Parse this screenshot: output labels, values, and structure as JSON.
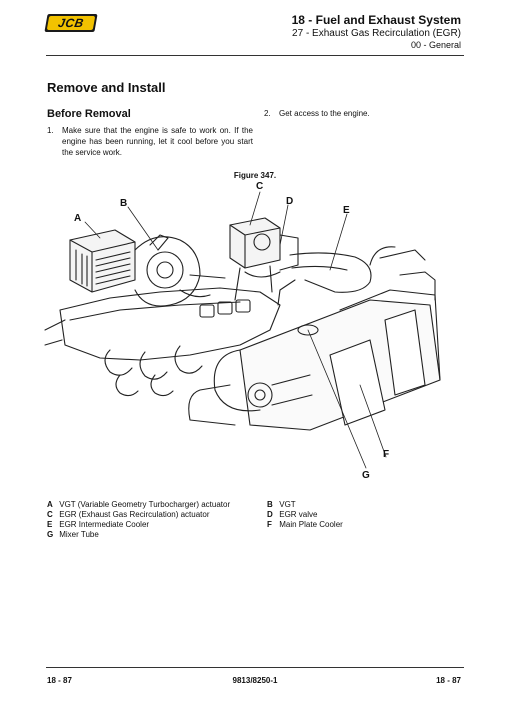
{
  "header": {
    "logo": "JCB",
    "system": "18 - Fuel and Exhaust System",
    "section": "27 - Exhaust Gas Recirculation (EGR)",
    "subsection": "00 - General"
  },
  "title": "Remove and Install",
  "before_removal": {
    "heading": "Before Removal",
    "steps": [
      {
        "num": "1.",
        "text": "Make sure that the engine is safe to work on. If the engine has been running, let it cool before you start the service work."
      },
      {
        "num": "2.",
        "text": "Get access to the engine."
      }
    ]
  },
  "figure": {
    "caption": "Figure 347.",
    "callouts": [
      "A",
      "B",
      "C",
      "D",
      "E",
      "F",
      "G"
    ]
  },
  "legend": [
    {
      "key": "A",
      "text": "VGT (Variable Geometry Turbocharger) actuator"
    },
    {
      "key": "B",
      "text": "VGT"
    },
    {
      "key": "C",
      "text": "EGR (Exhaust Gas Recirculation) actuator"
    },
    {
      "key": "D",
      "text": "EGR valve"
    },
    {
      "key": "E",
      "text": "EGR Intermediate Cooler"
    },
    {
      "key": "F",
      "text": "Main Plate Cooler"
    },
    {
      "key": "G",
      "text": "Mixer Tube"
    }
  ],
  "footer": {
    "left": "18 - 87",
    "center": "9813/8250-1",
    "right": "18 - 87"
  }
}
